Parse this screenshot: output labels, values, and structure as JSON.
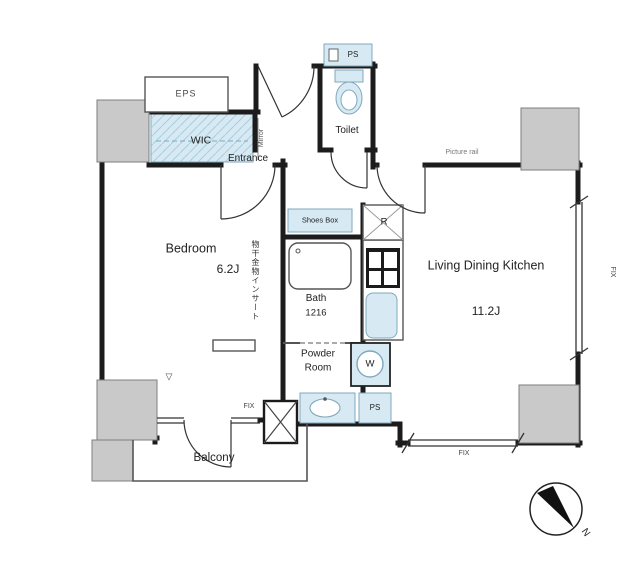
{
  "colors": {
    "wall": "#1c1c1c",
    "wet": "#d7eaf3",
    "wet_stroke": "#7fa8bd",
    "column": "#c9c9c9"
  },
  "plan": {
    "rooms": {
      "bedroom": {
        "label": "Bedroom",
        "size": "6.2J"
      },
      "living": {
        "label": "Living Dining Kitchen",
        "size": "11.2J"
      },
      "bath": {
        "label": "Bath",
        "size": "1216"
      },
      "powder": {
        "label": "Powder Room"
      },
      "toilet": {
        "label": "Toilet"
      },
      "entrance": {
        "label": "Entrance"
      },
      "wic": {
        "label": "WIC"
      },
      "balcony": {
        "label": "Balcony"
      }
    },
    "annotations": {
      "eps": "EPS",
      "ps_top": "PS",
      "ps_bottom": "PS",
      "shoes_box": "Shoes Box",
      "mirror": "Mirror",
      "picture_rail": "Picture rail",
      "refrigerator_mark": "R",
      "washer_mark": "W",
      "laundry_hardware_note": "物干金物インサート",
      "fix_window_right": "FIX",
      "fix_window_bottom": "FIX",
      "fix_window_bedroom": "FIX",
      "hanging_mark": "▽",
      "compass_north": "N"
    }
  }
}
